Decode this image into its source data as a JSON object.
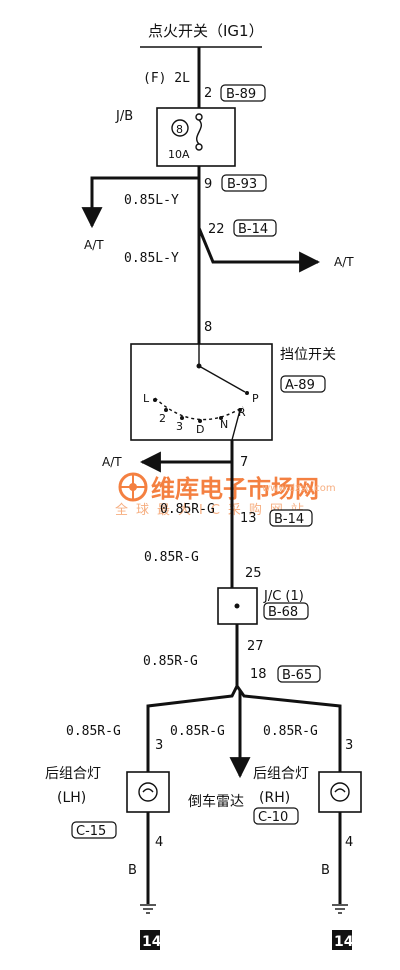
{
  "source": {
    "title": "点火开关（IG1）"
  },
  "fuse": {
    "wire_code": "(F) 2L",
    "pin_in": "2",
    "conn_in": "B-89",
    "block_label": "J/B",
    "fuse_no": "8",
    "rating": "10A",
    "pin_out": "9",
    "conn_out": "B-93"
  },
  "wires": {
    "w1": "0.85L-Y",
    "w2": "0.85L-Y",
    "w3": "0.85R-G",
    "w4": "0.85R-G",
    "w5": "0.85R-G",
    "w_left": "0.85R-G",
    "w_mid": "0.85R-G",
    "w_right": "0.85R-G"
  },
  "branches": {
    "at1": "A/T",
    "at2": "A/T",
    "at3": "A/T",
    "pin22": "22",
    "conn22": "B-14"
  },
  "gear_switch": {
    "label": "挡位开关",
    "conn": "A-89",
    "pin_in": "8",
    "pin_out": "7",
    "positions": [
      "L",
      "2",
      "3",
      "D",
      "N",
      "R",
      "P"
    ]
  },
  "splice": {
    "pin13": "13",
    "conn13": "B-14",
    "pin25": "25",
    "label": "J/C (1)",
    "conn": "B-68",
    "pin27": "27",
    "pin18": "18",
    "conn18": "B-65"
  },
  "loads": {
    "lh_name": "后组合灯",
    "lh_side": "(LH)",
    "lh_conn": "C-15",
    "lh_pin_top": "3",
    "lh_pin_bot": "4",
    "lh_ground_wire": "B",
    "rh_name": "后组合灯",
    "rh_side": "(RH)",
    "rh_conn": "C-10",
    "rh_pin_top": "3",
    "rh_pin_bot": "4",
    "rh_ground_wire": "B",
    "radar": "倒车雷达"
  },
  "ground": {
    "left": "14",
    "right": "14"
  },
  "watermark": {
    "title": "维库电子市场网",
    "url": "www.dzsc.com",
    "slogan": "全球最大IC采购网站"
  }
}
